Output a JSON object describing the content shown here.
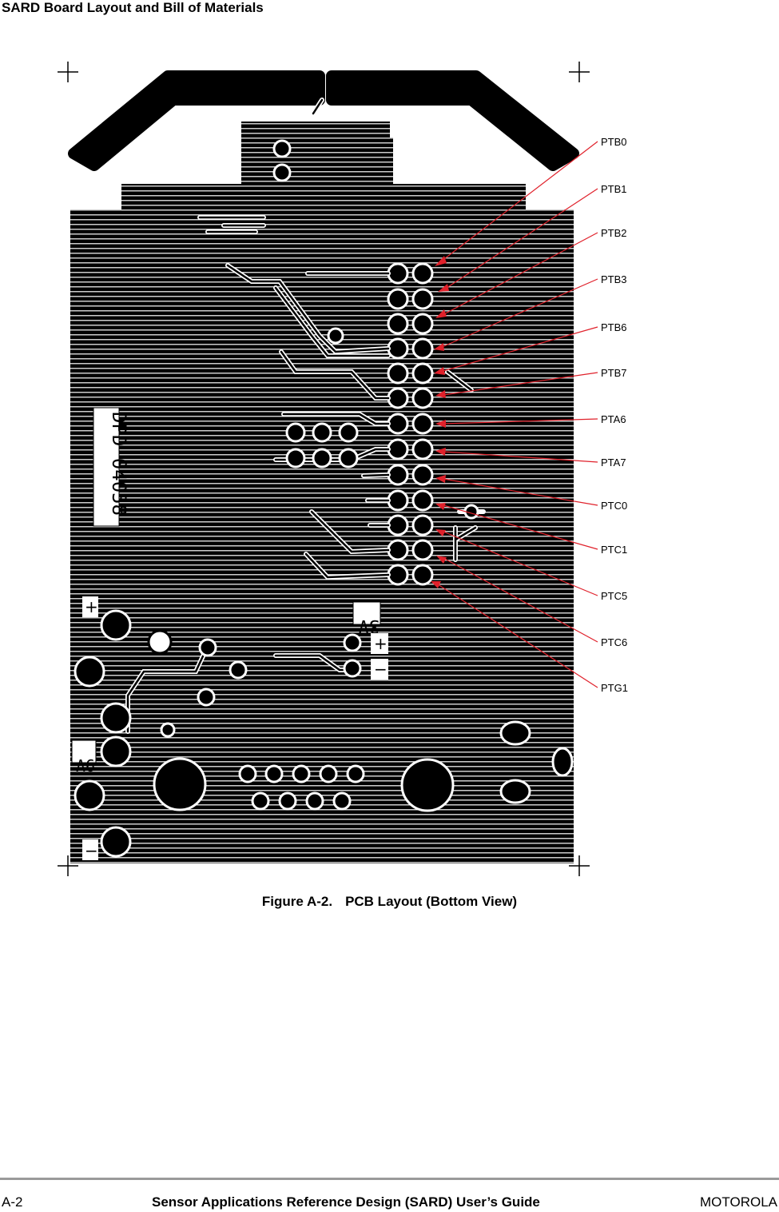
{
  "header": {
    "title": "SARD Board Layout and Bill of Materials"
  },
  "figure": {
    "caption_number": "Figure A-2.",
    "caption_text": "PCB Layout (Bottom View)",
    "pin_labels": [
      "PTB0",
      "PTB1",
      "PTB2",
      "PTB3",
      "PTB6",
      "PTB7",
      "PTA6",
      "PTA7",
      "PTC0",
      "PTC1",
      "PTC5",
      "PTC6",
      "PTG1"
    ],
    "silkscreen": {
      "board_code": "DPD 04058",
      "label_3v": "3V",
      "label_9v": "9V",
      "plus": "+",
      "minus": "−"
    },
    "colors": {
      "copper": "#000000",
      "leader": "#e0212b",
      "board_bg": "#ffffff"
    }
  },
  "footer": {
    "page": "A-2",
    "title": "Sensor Applications Reference Design (SARD) User’s Guide",
    "brand": "MOTOROLA"
  }
}
